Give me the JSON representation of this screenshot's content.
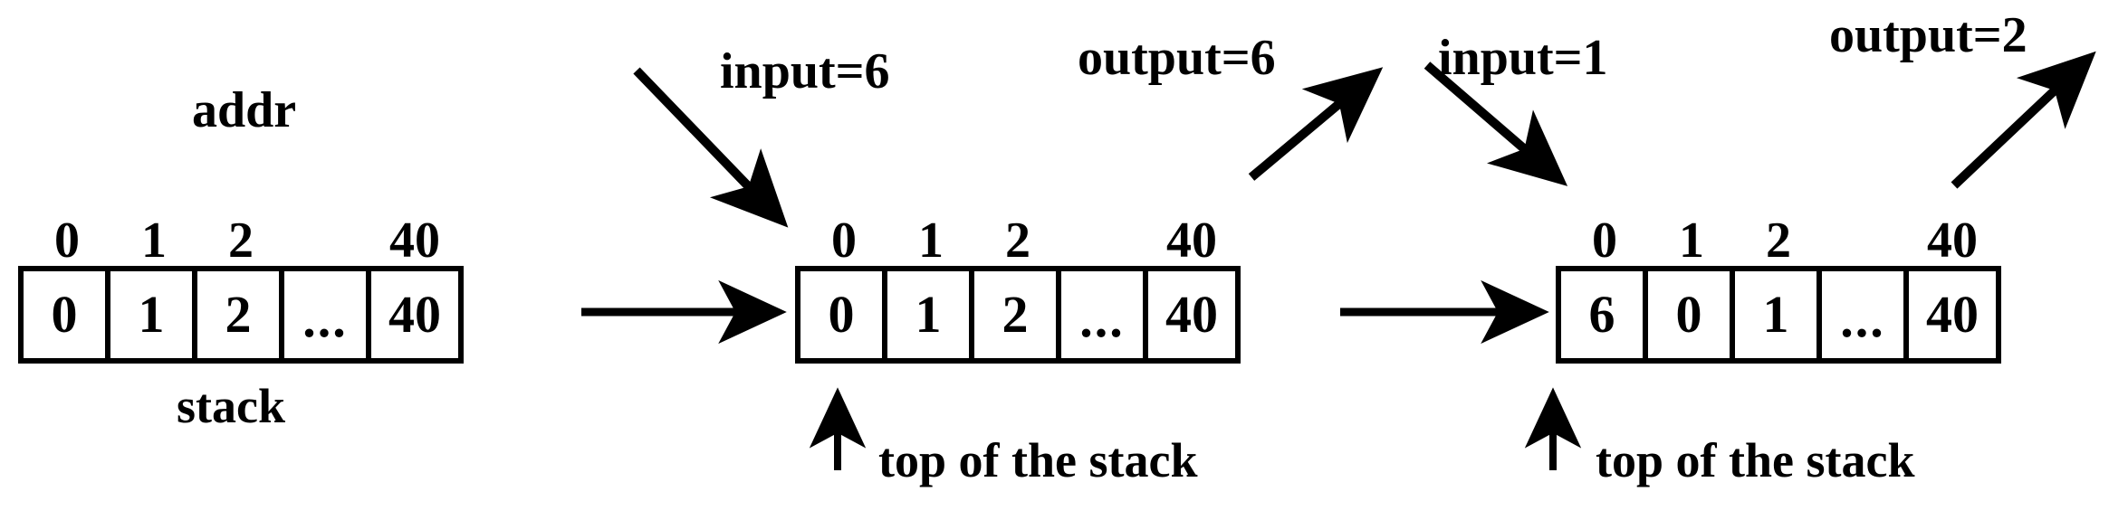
{
  "diagram": {
    "title_labels": {
      "addr": "addr",
      "stack": "stack",
      "top_of_stack": "top of the stack"
    },
    "arrays": [
      {
        "id": "array-initial",
        "indices": [
          "0",
          "1",
          "2",
          "",
          "40"
        ],
        "cells": [
          "0",
          "1",
          "2",
          "...",
          "40"
        ],
        "header_label": "addr",
        "footer_label": "stack"
      },
      {
        "id": "array-after-push",
        "indices": [
          "0",
          "1",
          "2",
          "",
          "40"
        ],
        "cells": [
          "0",
          "1",
          "2",
          "...",
          "40"
        ],
        "footer_label": "top of the stack"
      },
      {
        "id": "array-after-pop",
        "indices": [
          "0",
          "1",
          "2",
          "",
          "40"
        ],
        "cells": [
          "6",
          "0",
          "1",
          "...",
          "40"
        ],
        "footer_label": "top of the stack"
      }
    ],
    "annotations": [
      {
        "id": "input-6",
        "text": "input=6"
      },
      {
        "id": "output-6",
        "text": "output=6"
      },
      {
        "id": "input-1",
        "text": "input=1"
      },
      {
        "id": "output-2",
        "text": "output=2"
      }
    ],
    "colors": {
      "stroke": "#000000",
      "background": "#ffffff"
    }
  }
}
